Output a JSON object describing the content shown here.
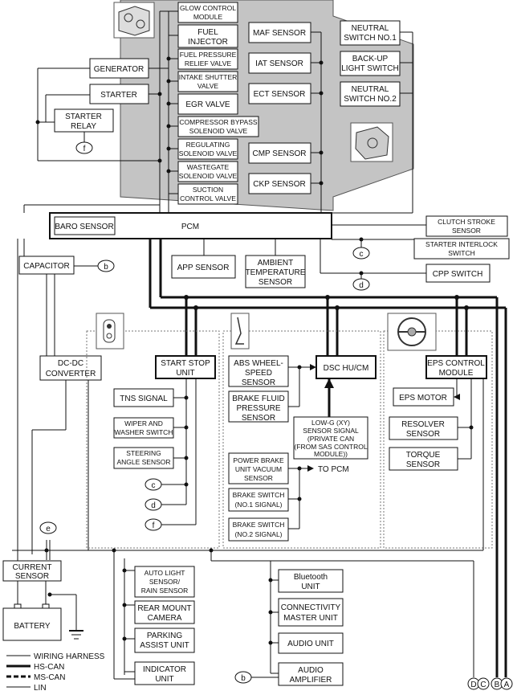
{
  "modules": {
    "glow": [
      "GLOW CONTROL",
      "MODULE"
    ],
    "fuel_injector": [
      "FUEL",
      "INJECTOR"
    ],
    "fuel_pressure": [
      "FUEL PRESSURE",
      "RELIEF VALVE"
    ],
    "intake_shutter": [
      "INTAKE SHUTTER",
      "VALVE"
    ],
    "egr": [
      "EGR VALVE"
    ],
    "compressor_bypass": [
      "COMPRESSOR BYPASS",
      "SOLENOID VALVE"
    ],
    "regulating": [
      "REGULATING",
      "SOLENOID VALVE"
    ],
    "wastegate": [
      "WASTEGATE",
      "SOLENOID VALVE"
    ],
    "suction": [
      "SUCTION",
      "CONTROL VALVE"
    ],
    "maf": [
      "MAF SENSOR"
    ],
    "iat": [
      "IAT SENSOR"
    ],
    "ect": [
      "ECT SENSOR"
    ],
    "cmp": [
      "CMP SENSOR"
    ],
    "ckp": [
      "CKP SENSOR"
    ],
    "neutral1": [
      "NEUTRAL",
      "SWITCH NO.1"
    ],
    "backup": [
      "BACK-UP",
      "LIGHT SWITCH"
    ],
    "neutral2": [
      "NEUTRAL",
      "SWITCH NO.2"
    ],
    "generator": [
      "GENERATOR"
    ],
    "starter": [
      "STARTER"
    ],
    "starter_relay": [
      "STARTER",
      "RELAY"
    ],
    "baro": [
      "BARO SENSOR"
    ],
    "pcm": [
      "PCM"
    ],
    "clutch_stroke": [
      "CLUTCH STROKE",
      "SENSOR"
    ],
    "starter_interlock": [
      "STARTER INTERLOCK",
      "SWITCH"
    ],
    "cpp": [
      "CPP SWITCH"
    ],
    "capacitor": [
      "CAPACITOR"
    ],
    "app": [
      "APP SENSOR"
    ],
    "ambient": [
      "AMBIENT",
      "TEMPERATURE",
      "SENSOR"
    ],
    "dcdc": [
      "DC-DC",
      "CONVERTER"
    ],
    "start_stop": [
      "START STOP",
      "UNIT"
    ],
    "tns": [
      "TNS SIGNAL"
    ],
    "wiper": [
      "WIPER AND",
      "WASHER SWITCH"
    ],
    "steering": [
      "STEERING",
      "ANGLE SENSOR"
    ],
    "abs": [
      "ABS WHEEL-",
      "SPEED",
      "SENSOR"
    ],
    "brake_fluid": [
      "BRAKE FLUID",
      "PRESSURE",
      "SENSOR"
    ],
    "dsc": [
      "DSC HU/CM"
    ],
    "lowg": [
      "LOW-G (XY)",
      "SENSOR SIGNAL",
      "(PRIVATE CAN",
      "(FROM SAS CONTROL",
      "MODULE))"
    ],
    "power_brake": [
      "POWER BRAKE",
      "UNIT VACUUM",
      "SENSOR"
    ],
    "brake_sw1": [
      "BRAKE SWITCH",
      "(NO.1 SIGNAL)"
    ],
    "brake_sw2": [
      "BRAKE SWITCH",
      "(NO.2 SIGNAL)"
    ],
    "eps_control": [
      "EPS CONTROL",
      "MODULE"
    ],
    "eps_motor": [
      "EPS MOTOR"
    ],
    "resolver": [
      "RESOLVER",
      "SENSOR"
    ],
    "torque": [
      "TORQUE",
      "SENSOR"
    ],
    "current_sensor": [
      "CURRENT",
      "SENSOR"
    ],
    "battery": [
      "BATTERY"
    ],
    "auto_light": [
      "AUTO LIGHT",
      "SENSOR/",
      "RAIN SENSOR"
    ],
    "rear_camera": [
      "REAR MOUNT",
      "CAMERA"
    ],
    "parking": [
      "PARKING",
      "ASSIST UNIT"
    ],
    "indicator": [
      "INDICATOR",
      "UNIT"
    ],
    "bluetooth": [
      "Bluetooth",
      "UNIT"
    ],
    "connectivity": [
      "CONNECTIVITY",
      "MASTER UNIT"
    ],
    "audio_unit": [
      "AUDIO UNIT"
    ],
    "audio_amp": [
      "AUDIO",
      "AMPLIFIER"
    ]
  },
  "annotations": {
    "to_pcm": "TO PCM"
  },
  "connectors": {
    "a": "A",
    "b": "b",
    "c": "c",
    "d": "d",
    "e": "e",
    "f": "f",
    "A": "A",
    "B": "B",
    "C": "C",
    "D": "D"
  },
  "legend": [
    {
      "label": "WIRING HARNESS",
      "style": "thin"
    },
    {
      "label": "HS-CAN",
      "style": "thick"
    },
    {
      "label": "MS-CAN",
      "style": "dashed-thick"
    },
    {
      "label": "LIN",
      "style": "thin"
    }
  ]
}
